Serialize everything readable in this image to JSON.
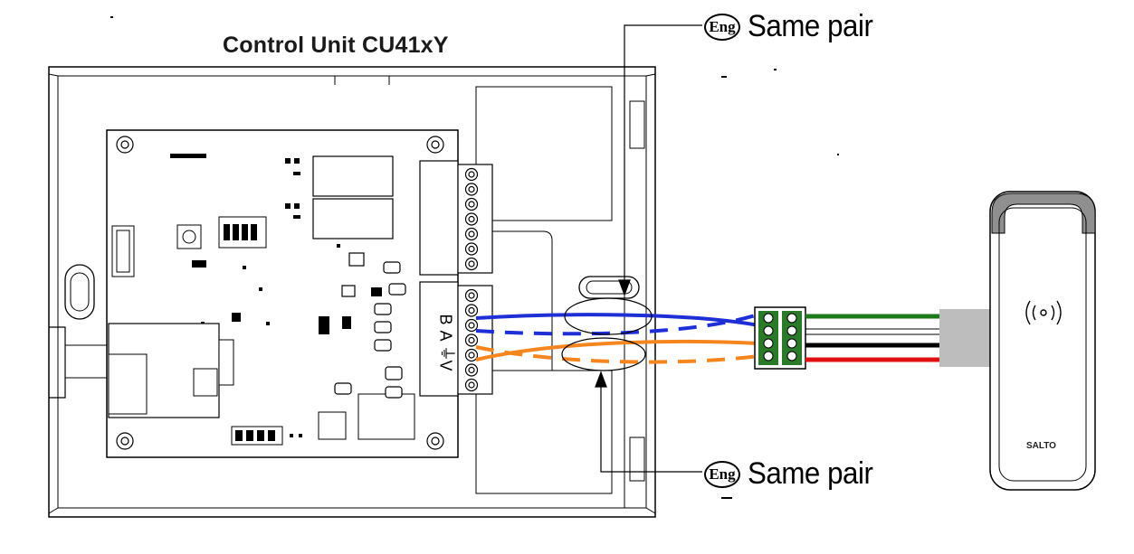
{
  "title": "Control Unit CU41xY",
  "callouts": {
    "top": {
      "badge": "Eng",
      "text": "Same pair"
    },
    "bottom": {
      "badge": "Eng",
      "text": "Same pair"
    }
  },
  "terminal_labels": {
    "b": "B",
    "a": "A",
    "gnd": "⏚",
    "v": "V"
  },
  "reader": {
    "brand": "SALTO",
    "icon": "contactless-wave-icon"
  },
  "colors": {
    "pair_blue": "#1f2fd6",
    "pair_orange": "#f5861f",
    "wire_green": "#1c7a1c",
    "wire_white": "#ffffff",
    "wire_black": "#000000",
    "wire_red": "#e01010",
    "sheath": "#bdbdbd",
    "connector": "#2a7a2a"
  }
}
